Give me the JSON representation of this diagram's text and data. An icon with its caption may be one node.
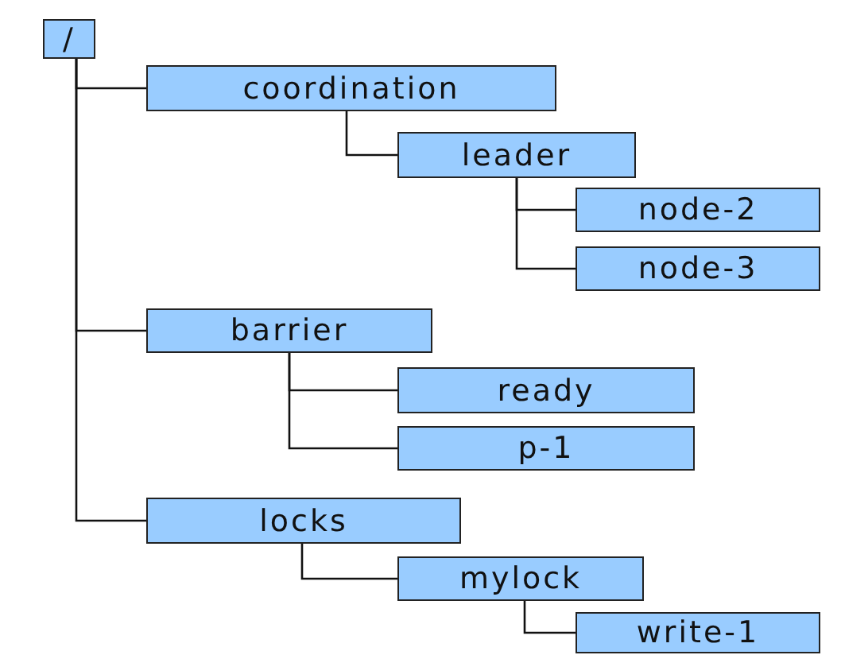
{
  "diagram": {
    "nodes": [
      {
        "text": [
          "/"
        ]
      },
      {
        "text": [
          "coordination"
        ]
      },
      {
        "text": [
          "leader"
        ]
      },
      {
        "text": [
          "node-2"
        ]
      },
      {
        "text": [
          "node-3"
        ]
      },
      {
        "text": [
          "barrier"
        ]
      },
      {
        "text": [
          "ready"
        ]
      },
      {
        "text": [
          "p-1"
        ]
      },
      {
        "text": [
          "locks"
        ]
      },
      {
        "text": [
          "mylock"
        ]
      },
      {
        "text": [
          "write-1"
        ]
      }
    ],
    "edges": [
      {
        "from": 0,
        "to": 1,
        "arrow": "none"
      },
      {
        "from": 1,
        "to": 2,
        "arrow": "none"
      },
      {
        "from": 2,
        "to": 3,
        "arrow": "none"
      },
      {
        "from": 2,
        "to": 4,
        "arrow": "none"
      },
      {
        "from": 0,
        "to": 5,
        "arrow": "none"
      },
      {
        "from": 5,
        "to": 6,
        "arrow": "none"
      },
      {
        "from": 5,
        "to": 7,
        "arrow": "none"
      },
      {
        "from": 0,
        "to": 8,
        "arrow": "none"
      },
      {
        "from": 8,
        "to": 9,
        "arrow": "none"
      },
      {
        "from": 9,
        "to": 10,
        "arrow": "none"
      }
    ]
  }
}
